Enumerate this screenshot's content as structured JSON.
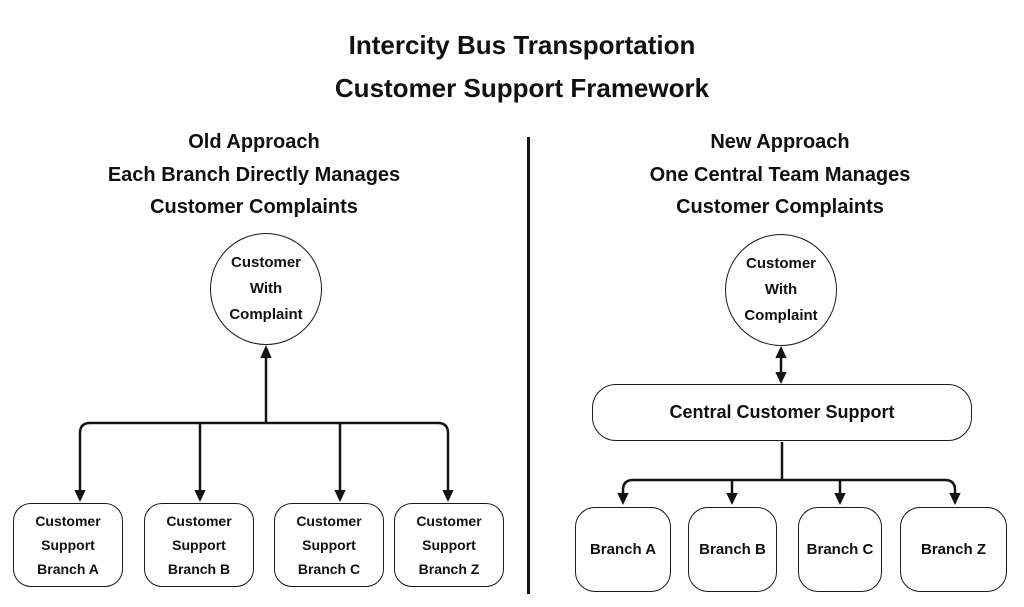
{
  "title": {
    "line1": "Intercity Bus Transportation",
    "line2": "Customer Support Framework"
  },
  "left_panel": {
    "heading": {
      "line1": "Old Approach",
      "line2": "Each Branch Directly Manages",
      "line3": "Customer Complaints"
    },
    "circle": {
      "line1": "Customer",
      "line2": "With",
      "line3": "Complaint"
    },
    "branches": [
      {
        "line1": "Customer",
        "line2": "Support",
        "line3": "Branch A"
      },
      {
        "line1": "Customer",
        "line2": "Support",
        "line3": "Branch B"
      },
      {
        "line1": "Customer",
        "line2": "Support",
        "line3": "Branch C"
      },
      {
        "line1": "Customer",
        "line2": "Support",
        "line3": "Branch Z"
      }
    ]
  },
  "right_panel": {
    "heading": {
      "line1": "New Approach",
      "line2": "One Central Team Manages",
      "line3": "Customer Complaints"
    },
    "circle": {
      "line1": "Customer",
      "line2": "With",
      "line3": "Complaint"
    },
    "central_box": {
      "label": "Central Customer Support"
    },
    "branches": [
      {
        "label": "Branch A"
      },
      {
        "label": "Branch B"
      },
      {
        "label": "Branch C"
      },
      {
        "label": "Branch Z"
      }
    ]
  },
  "colors": {
    "ink": "#111111",
    "line": "#141414",
    "background": "#ffffff"
  }
}
